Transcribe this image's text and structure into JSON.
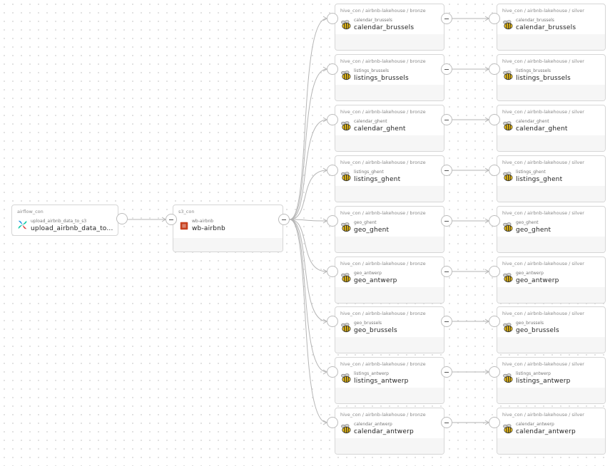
{
  "source": {
    "connection": "airflow_con",
    "subtitle": "upload_airbnb_data_to_s3",
    "name": "upload_airbnb_data_to...",
    "icon": "airflow-icon"
  },
  "bucket": {
    "connection": "s3_con",
    "subtitle": "wb-airbnb",
    "name": "wb-airbnb",
    "icon": "s3-bucket-icon"
  },
  "table_icon": "hive-icon",
  "bronze_path": "hive_con / airbnb-lakehouse / bronze",
  "silver_path": "hive_con / airbnb-lakehouse / silver",
  "tables": [
    {
      "subtitle": "calendar_brussels",
      "name": "calendar_brussels"
    },
    {
      "subtitle": "listings_brussels",
      "name": "listings_brussels"
    },
    {
      "subtitle": "calendar_ghent",
      "name": "calendar_ghent"
    },
    {
      "subtitle": "listings_ghent",
      "name": "listings_ghent"
    },
    {
      "subtitle": "geo_ghent",
      "name": "geo_ghent"
    },
    {
      "subtitle": "geo_antwerp",
      "name": "geo_antwerp"
    },
    {
      "subtitle": "geo_brussels",
      "name": "geo_brussels"
    },
    {
      "subtitle": "listings_antwerp",
      "name": "listings_antwerp"
    },
    {
      "subtitle": "calendar_antwerp",
      "name": "calendar_antwerp"
    }
  ],
  "colors": {
    "edge": "#b5b5b5",
    "hive_body": "#f5c518",
    "airflow_blue": "#1a8fe3",
    "airflow_green": "#00c7a3",
    "airflow_red": "#e23b3b",
    "s3_red": "#c7411f"
  }
}
